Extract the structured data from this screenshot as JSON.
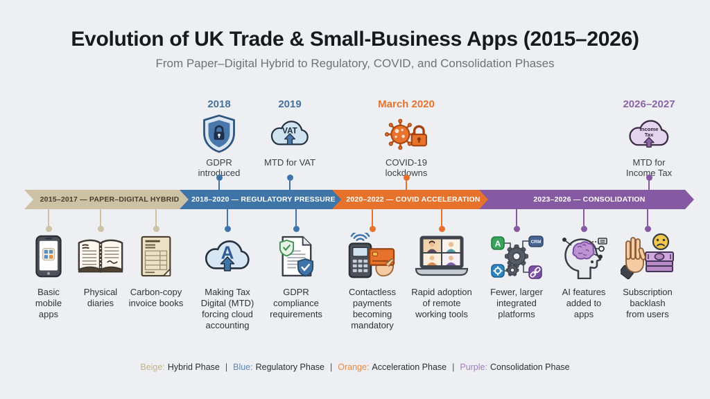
{
  "header": {
    "title": "Evolution of UK Trade & Small-Business Apps (2015–2026)",
    "subtitle": "From Paper–Digital Hybrid to Regulatory, COVID, and Consolidation Phases"
  },
  "milestones": [
    {
      "year": "2018",
      "caption": "GDPR introduced",
      "icon": "gdpr-shield-lock-icon",
      "color": "#47709f"
    },
    {
      "year": "2019",
      "caption": "MTD for VAT",
      "icon": "mtd-vat-cloud-icon",
      "color": "#47709f",
      "cloud_text": "VAT"
    },
    {
      "year": "March 2020",
      "caption": "COVID-19 lockdowns",
      "icon": "covid-virus-lock-icon",
      "color": "#e7722b"
    },
    {
      "year": "2026–2027",
      "caption": "MTD for Income Tax",
      "icon": "income-tax-cloud-icon",
      "color": "#8a63a8",
      "cloud_text_line1": "Income",
      "cloud_text_line2": "Tax"
    }
  ],
  "phases": [
    {
      "label": "2015–2017 — PAPER–DIGITAL HYBRID",
      "color": "#cec2a4",
      "text_color": "#463d2b",
      "legend_color_word": "Beige:",
      "legend_word_color": "#c0b28c",
      "legend_name": "Hybrid Phase"
    },
    {
      "label": "2018–2020 — REGULATORY PRESSURE",
      "color": "#3e74a8",
      "text_color": "#ffffff",
      "legend_color_word": "Blue:",
      "legend_word_color": "#5c88b7",
      "legend_name": "Regulatory Phase"
    },
    {
      "label": "2020–2022 — COVID ACCELERATION",
      "color": "#e7722b",
      "text_color": "#ffffff",
      "legend_color_word": "Orange:",
      "legend_word_color": "#e8893f",
      "legend_name": "Acceleration Phase"
    },
    {
      "label": "2023–2026 — CONSOLIDATION",
      "color": "#8659a3",
      "text_color": "#ffffff",
      "legend_color_word": "Purple:",
      "legend_word_color": "#a37cc0",
      "legend_name": "Consolidation Phase"
    }
  ],
  "items": [
    {
      "label": "Basic mobile apps",
      "icon": "mobile-apps-icon"
    },
    {
      "label": "Physical diaries",
      "icon": "diary-book-icon"
    },
    {
      "label": "Carbon-copy invoice books",
      "icon": "invoice-book-icon"
    },
    {
      "label": "Making Tax Digital (MTD) forcing cloud accounting",
      "icon": "cloud-accounting-icon",
      "cloud_letter": "A"
    },
    {
      "label": "GDPR compliance requirements",
      "icon": "compliance-document-icon"
    },
    {
      "label": "Contactless payments becoming mandatory",
      "icon": "contactless-payment-icon"
    },
    {
      "label": "Rapid adoption of remote working tools",
      "icon": "remote-video-call-icon"
    },
    {
      "label": "Fewer, larger integrated platforms",
      "icon": "integrated-platforms-icon",
      "tile_labels": [
        "A",
        "CRM"
      ]
    },
    {
      "label": "AI features added to apps",
      "icon": "ai-brain-icon"
    },
    {
      "label": "Subscription backlash from users",
      "icon": "subscription-backlash-icon"
    }
  ],
  "legend_separator": "|"
}
